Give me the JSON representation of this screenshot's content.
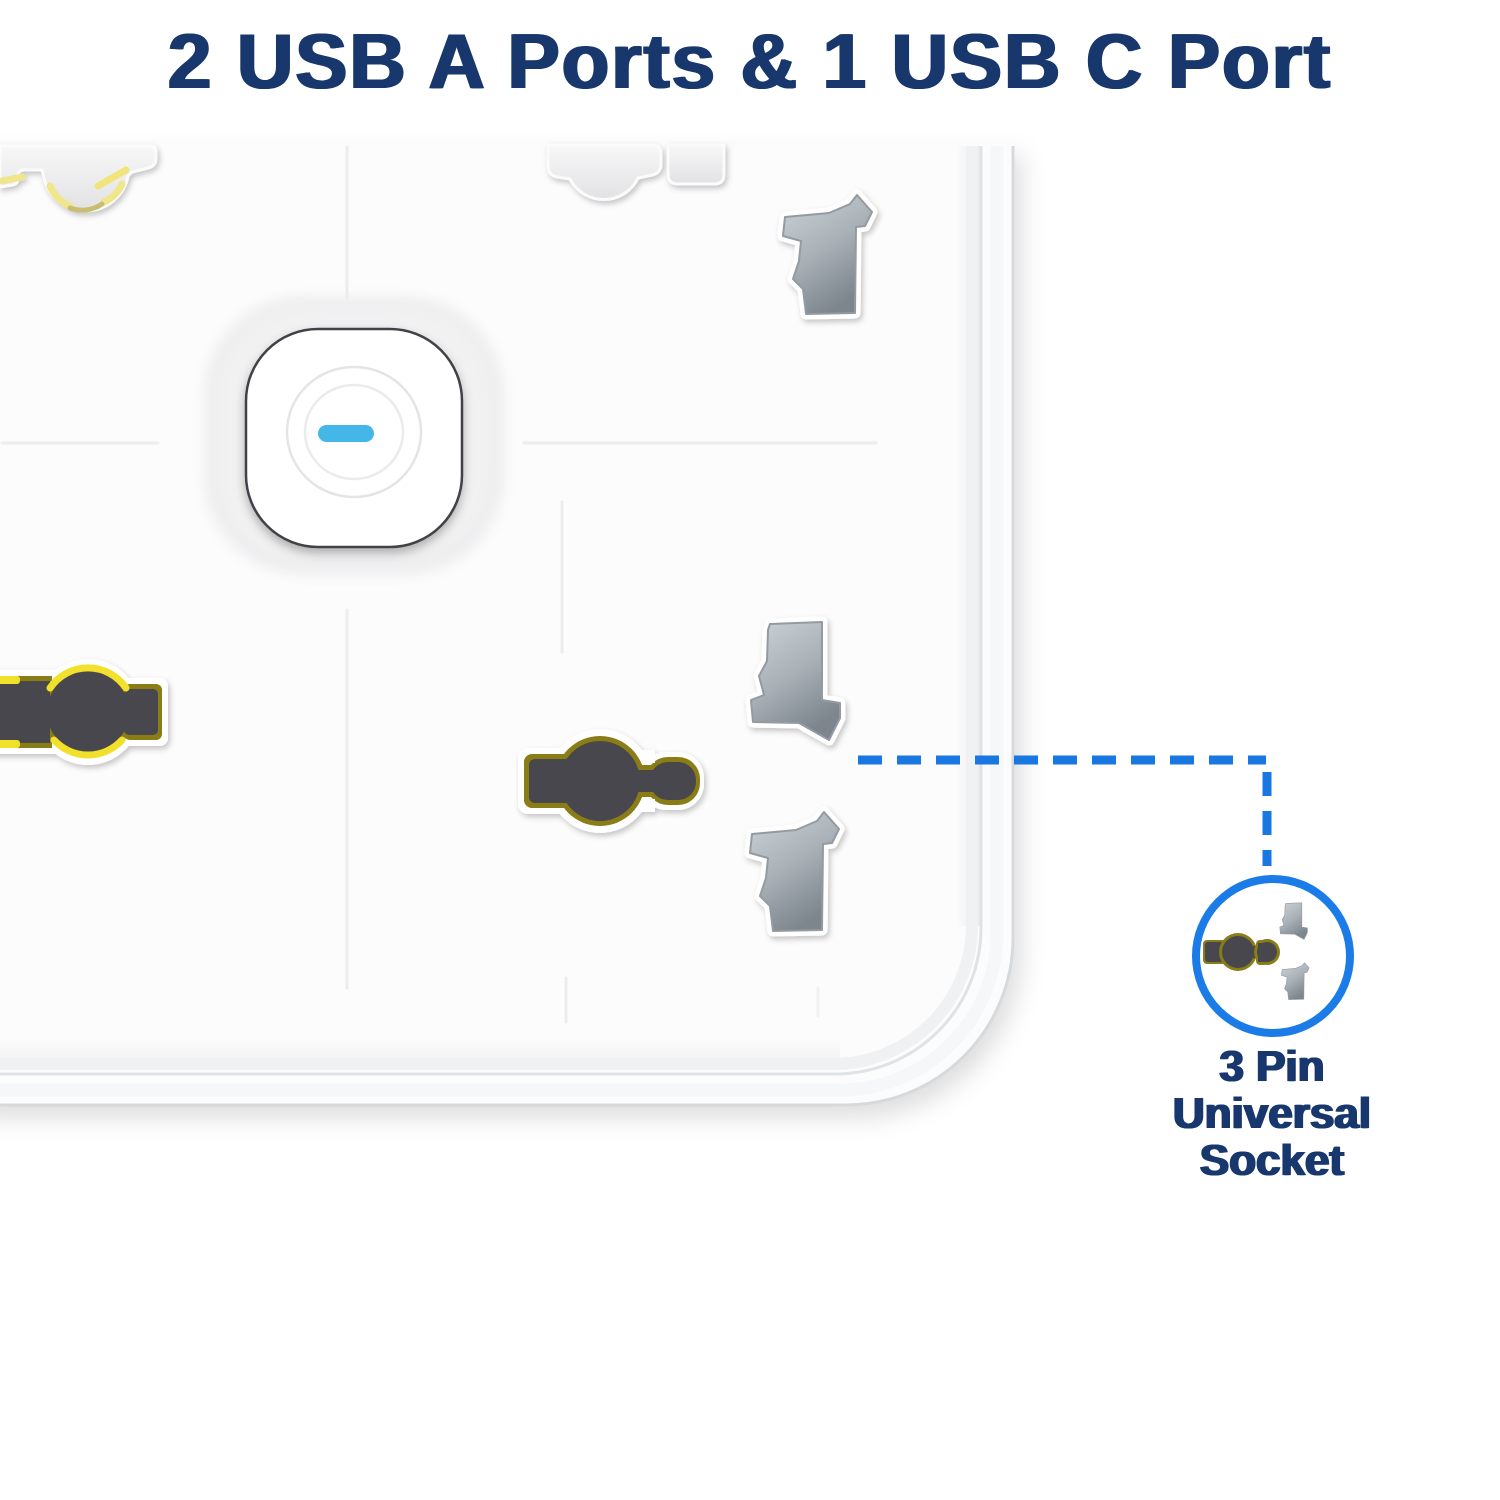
{
  "headline": {
    "text": "2 USB A Ports & 1 USB C Port"
  },
  "product": {
    "name": "power-strip-top-view",
    "visible_parts": [
      "power-switch-button with blue indicator dash",
      "2-pin universal keyhole socket holes",
      "angled 3-pin slot holes",
      "partial sockets cropped at top edge",
      "rounded bottom-right corner of strip body"
    ]
  },
  "callout": {
    "lines": [
      "3 Pin",
      "Universal",
      "Socket"
    ],
    "connector": "dashed-line",
    "icon": "3-pin-universal-socket-icon"
  },
  "colors": {
    "background": "#ffffff",
    "headline_navy": "#17376d",
    "dash_blue": "#1877e0",
    "ring_blue": "#1b7ce8",
    "led_blue": "#45b6e8",
    "socket_dark": "#47474d",
    "brass_yellow": "#f2e12c",
    "brass_olive": "#8a7d18",
    "slot_grey_light": "#c6ccd1",
    "slot_grey_dark": "#7e868e",
    "body_white": "#fcfcfd"
  }
}
